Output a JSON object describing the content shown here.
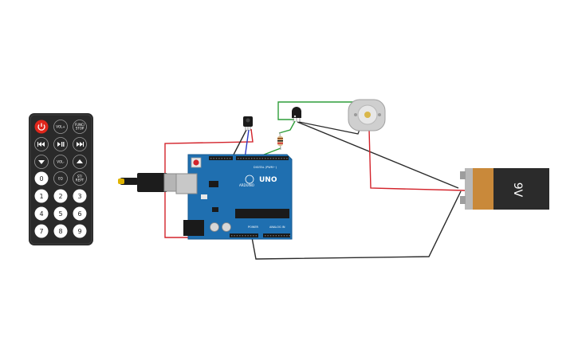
{
  "remote": {
    "buttons": [
      {
        "label": "",
        "icon": "power-icon",
        "style": "red",
        "name": "power-button"
      },
      {
        "label": "VOL+",
        "style": "small",
        "name": "vol-up-button"
      },
      {
        "label": "FUNC/\nSTOP",
        "style": "small",
        "name": "func-stop-button"
      },
      {
        "label": "",
        "icon": "rewind-icon",
        "style": "icon",
        "name": "rewind-button"
      },
      {
        "label": "",
        "icon": "play-pause-icon",
        "style": "icon",
        "name": "play-pause-button"
      },
      {
        "label": "",
        "icon": "fast-forward-icon",
        "style": "icon",
        "name": "fast-forward-button"
      },
      {
        "label": "",
        "icon": "arrow-down-icon",
        "style": "icon",
        "name": "down-button"
      },
      {
        "label": "VOL-",
        "style": "small",
        "name": "vol-down-button"
      },
      {
        "label": "",
        "icon": "arrow-up-icon",
        "style": "icon",
        "name": "up-button"
      },
      {
        "label": "0",
        "style": "num",
        "name": "digit-0-button"
      },
      {
        "label": "EQ",
        "style": "small",
        "name": "eq-button"
      },
      {
        "label": "ST/\nREPT",
        "style": "small",
        "name": "st-rept-button"
      },
      {
        "label": "1",
        "style": "num",
        "name": "digit-1-button"
      },
      {
        "label": "2",
        "style": "num",
        "name": "digit-2-button"
      },
      {
        "label": "3",
        "style": "num",
        "name": "digit-3-button"
      },
      {
        "label": "4",
        "style": "num",
        "name": "digit-4-button"
      },
      {
        "label": "5",
        "style": "num",
        "name": "digit-5-button"
      },
      {
        "label": "6",
        "style": "num",
        "name": "digit-6-button"
      },
      {
        "label": "7",
        "style": "num",
        "name": "digit-7-button"
      },
      {
        "label": "8",
        "style": "num",
        "name": "digit-8-button"
      },
      {
        "label": "9",
        "style": "num",
        "name": "digit-9-button"
      }
    ]
  },
  "arduino": {
    "model": "UNO",
    "brand": "ARDUINO",
    "digital_label": "DIGITAL (PWM~)",
    "power_label": "POWER",
    "analog_label": "ANALOG IN"
  },
  "battery": {
    "label": "9V"
  },
  "colors": {
    "board": "#1f6fb0",
    "wire_red": "#d3232b",
    "wire_black": "#2a2a2a",
    "wire_green": "#2f9e3a",
    "wire_blue": "#2b3cc4",
    "battery_body": "#2b2b2b",
    "battery_cap": "#c9893a",
    "remote_body": "#2a2a2a",
    "remote_power": "#e0261b"
  }
}
